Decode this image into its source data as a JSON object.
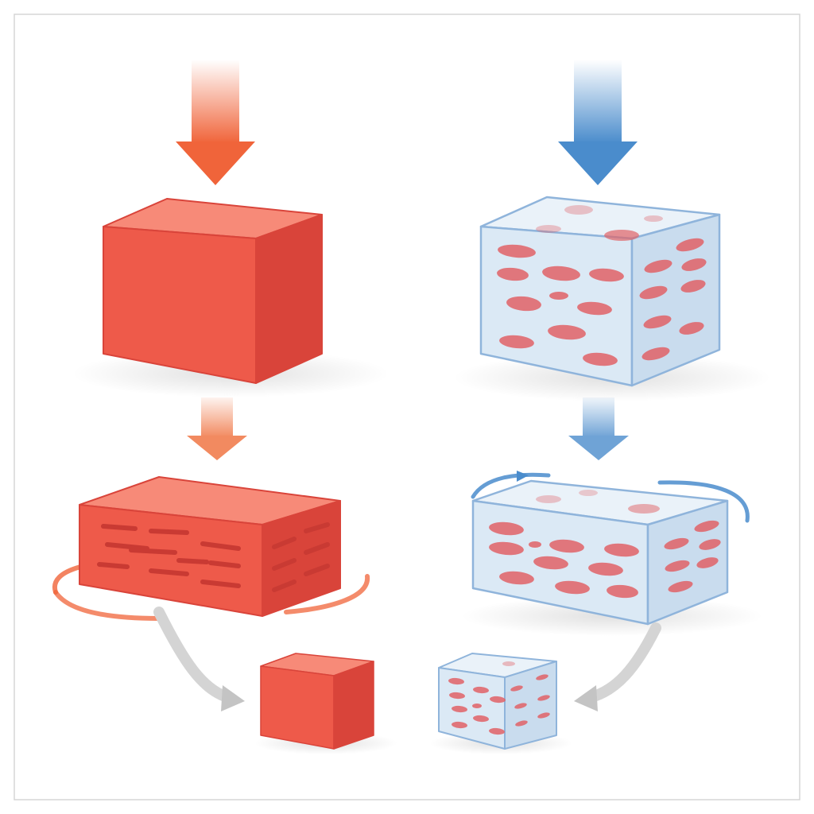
{
  "colors": {
    "frame": "#d6d6d6",
    "background": "#ffffff",
    "red_front": "#ee5a4a",
    "red_top": "#f78a78",
    "red_side": "#d9443a",
    "red_streak": "#c93a33",
    "orange_arrow": "#f0643a",
    "blue_arrow": "#4a8ccc",
    "ice_front": "#dbe9f5",
    "ice_top": "#eaf2f9",
    "ice_side": "#c9dcee",
    "ice_edge": "#8fb4db",
    "ice_inclusion": "#e06266",
    "gray_arrow": "#cfcfcf"
  },
  "panels": {
    "left": {
      "theme": "red-solid-block",
      "steps": [
        "large-cube",
        "flattened-block",
        "small-cube"
      ]
    },
    "right": {
      "theme": "ice-block-with-inclusions",
      "steps": [
        "large-cube",
        "flattened-slab",
        "small-cube"
      ]
    }
  }
}
